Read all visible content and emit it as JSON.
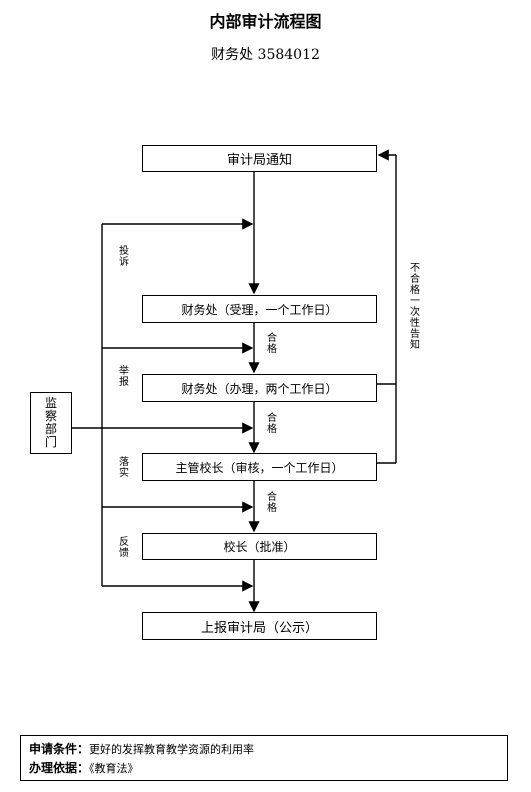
{
  "title": "内部审计流程图",
  "subtitle": "财务处 3584012",
  "nodes": {
    "notice": "审计局通知",
    "finance_accept": "财务处（受理，一个工作日）",
    "finance_process": "财务处（办理，两个工作日）",
    "director_review": "主管校长（审核，一个工作日）",
    "president_approve": "校长（批准）",
    "report": "上报审计局（公示）",
    "supervision": "监察部门"
  },
  "edge_labels": {
    "pass_1": "合格",
    "pass_2": "合格",
    "pass_3": "合格",
    "reject": "不合格一次性告知"
  },
  "side_labels": {
    "complaint": "投诉",
    "report": "举报",
    "implement": "落实",
    "feedback": "反馈"
  },
  "footer": {
    "condition_label": "申请条件：",
    "condition_text": "更好的发挥教育教学资源的利用率",
    "basis_label": "办理依据：",
    "basis_text": "《教育法》"
  }
}
